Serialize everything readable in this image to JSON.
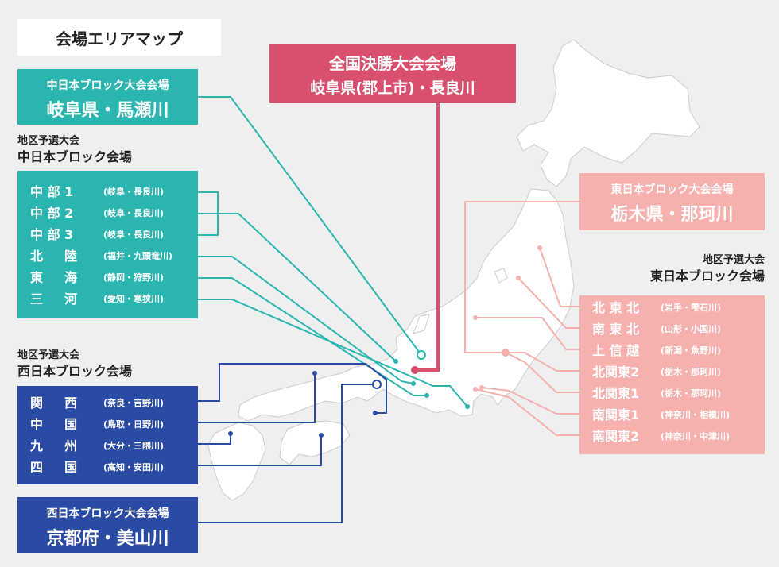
{
  "title": "会場エリアマップ",
  "final": {
    "line1": "全国決勝大会会場",
    "line2": "岐阜県(郡上市)・長良川",
    "color": "#d8506e"
  },
  "central_block": {
    "main": {
      "line1": "中日本ブロック大会会場",
      "line2": "岐阜県・馬瀬川"
    },
    "sub_label_1": "地区予選大会",
    "sub_label_2": "中日本ブロック会場",
    "rows": [
      {
        "name": "中 部 1",
        "venue": "(岐阜・長良川)"
      },
      {
        "name": "中 部 2",
        "venue": "(岐阜・長良川)"
      },
      {
        "name": "中 部 3",
        "venue": "(岐阜・長良川)"
      },
      {
        "name": "北 　 陸",
        "venue": "(福井・九頭竜川)"
      },
      {
        "name": "東 　 海",
        "venue": "(静岡・狩野川)"
      },
      {
        "name": "三 　 河",
        "venue": "(愛知・寒狭川)"
      }
    ],
    "color": "#2bb5b0"
  },
  "west_block": {
    "sub_label_1": "地区予選大会",
    "sub_label_2": "西日本ブロック会場",
    "rows": [
      {
        "name": "関 　 西",
        "venue": "(奈良・吉野川)"
      },
      {
        "name": "中 　 国",
        "venue": "(鳥取・日野川)"
      },
      {
        "name": "九 　 州",
        "venue": "(大分・三隈川)"
      },
      {
        "name": "四 　 国",
        "venue": "(高知・安田川)"
      }
    ],
    "main": {
      "line1": "西日本ブロック大会会場",
      "line2": "京都府・美山川"
    },
    "color": "#2a4ba3"
  },
  "east_block": {
    "main": {
      "line1": "東日本ブロック大会会場",
      "line2": "栃木県・那珂川"
    },
    "sub_label_1": "地区予選大会",
    "sub_label_2": "東日本ブロック会場",
    "rows": [
      {
        "name": "北 東 北",
        "venue": "(岩手・雫石川)"
      },
      {
        "name": "南 東 北",
        "venue": "(山形・小国川)"
      },
      {
        "name": "上 信 越",
        "venue": "(新潟・魚野川)"
      },
      {
        "name": "北関東2",
        "venue": "(栃木・那珂川)"
      },
      {
        "name": "北関東1",
        "venue": "(栃木・那珂川)"
      },
      {
        "name": "南関東1",
        "venue": "(神奈川・相模川)"
      },
      {
        "name": "南関東2",
        "venue": "(神奈川・中津川)"
      }
    ],
    "color": "#f6b0ad"
  },
  "map_color": "#ffffff",
  "background_color": "#efefef"
}
